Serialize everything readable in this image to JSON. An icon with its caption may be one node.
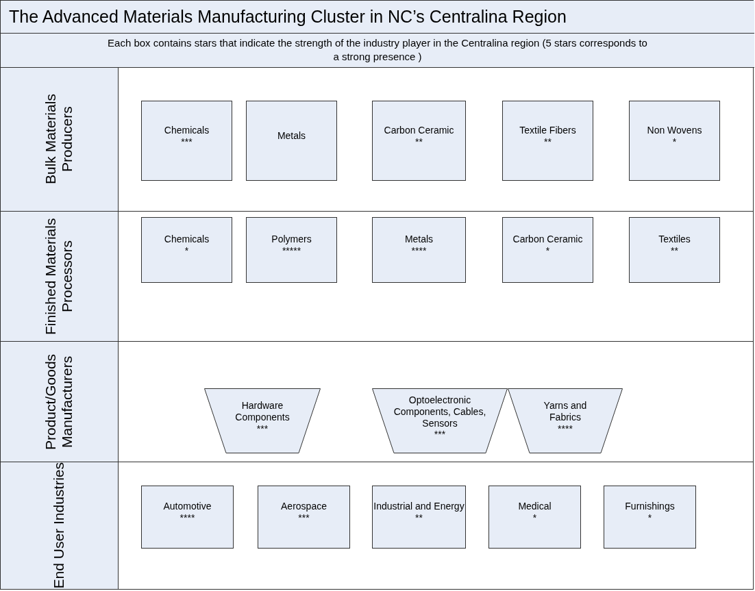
{
  "diagram": {
    "title": "The Advanced Materials Manufacturing Cluster in NC’s Centralina Region",
    "nodes": [
      {
        "text": [
          "Bulk Materials Producers"
        ]
      },
      {
        "text": [
          "Chemicals",
          "***"
        ],
        "in": 0
      },
      {
        "text": [
          "Metals"
        ],
        "in": 0
      },
      {
        "text": [
          "Carbon Ceramic",
          "**"
        ],
        "in": 0
      },
      {
        "text": [
          "Textile Fibers",
          "**"
        ],
        "in": 0
      },
      {
        "text": [
          "Non Wovens",
          "*"
        ],
        "in": 0
      },
      {
        "text": [
          "Finished Materials Processors"
        ]
      },
      {
        "text": [
          "Chemicals",
          "*"
        ],
        "in": 6
      },
      {
        "text": [
          "Polymers",
          "*****"
        ],
        "in": 6
      },
      {
        "text": [
          "Metals",
          "****"
        ],
        "in": 6
      },
      {
        "text": [
          "Carbon Ceramic",
          "*"
        ],
        "in": 6
      },
      {
        "text": [
          "Textiles",
          "**"
        ],
        "in": 6
      },
      {
        "text": [
          "Product/Goods Manufacturers"
        ]
      },
      {
        "text": [
          "Hardware Components",
          "***"
        ],
        "in": 12
      },
      {
        "text": [
          "Optoelectronic Components, Cables, Sensors",
          "***"
        ],
        "in": 12
      },
      {
        "text": [
          "Yarns and Fabrics",
          "****"
        ],
        "in": 12
      },
      {
        "text": [
          "End User Industries"
        ]
      },
      {
        "text": [
          "Automotive",
          "****"
        ],
        "in": 16
      },
      {
        "text": [
          "Aerospace",
          "***"
        ],
        "in": 16
      },
      {
        "text": [
          "Industrial and Energy",
          "**"
        ],
        "in": 16
      },
      {
        "text": [
          "Medical",
          "*"
        ],
        "in": 16
      },
      {
        "text": [
          "Furnishings",
          "*"
        ],
        "in": 16
      }
    ],
    "edges": [],
    "labels": [
      "Each box contains stars that indicate the strength of the industry player in the Centralina region (5 stars corresponds to a strong presence )"
    ]
  }
}
